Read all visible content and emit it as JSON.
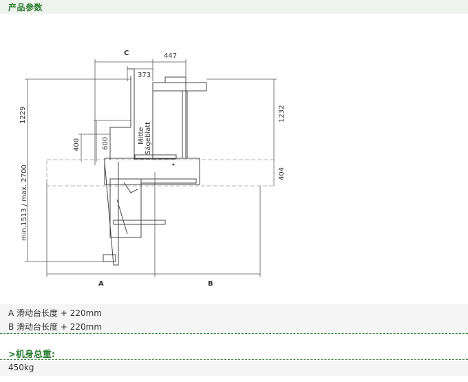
{
  "header": {
    "title": "产品参数"
  },
  "drawing": {
    "labels": {
      "c": "C",
      "d447": "447",
      "d373": "373",
      "d1229": "1229",
      "d1232": "1232",
      "d400": "400",
      "d600": "600",
      "d404": "404",
      "mitte": "Mitte",
      "saegeblatt": "Sägeblatt",
      "minmax": "min.1513 / max. 2700",
      "a": "A",
      "b": "B"
    }
  },
  "specs": [
    {
      "text": "A 滑动台长度 + 220mm"
    },
    {
      "text": "B 滑动台长度 + 220mm"
    }
  ],
  "weight": {
    "title": ">机身总重:",
    "value": "450kg"
  },
  "colors": {
    "accent": "#2e7d32",
    "line": "#444444"
  }
}
